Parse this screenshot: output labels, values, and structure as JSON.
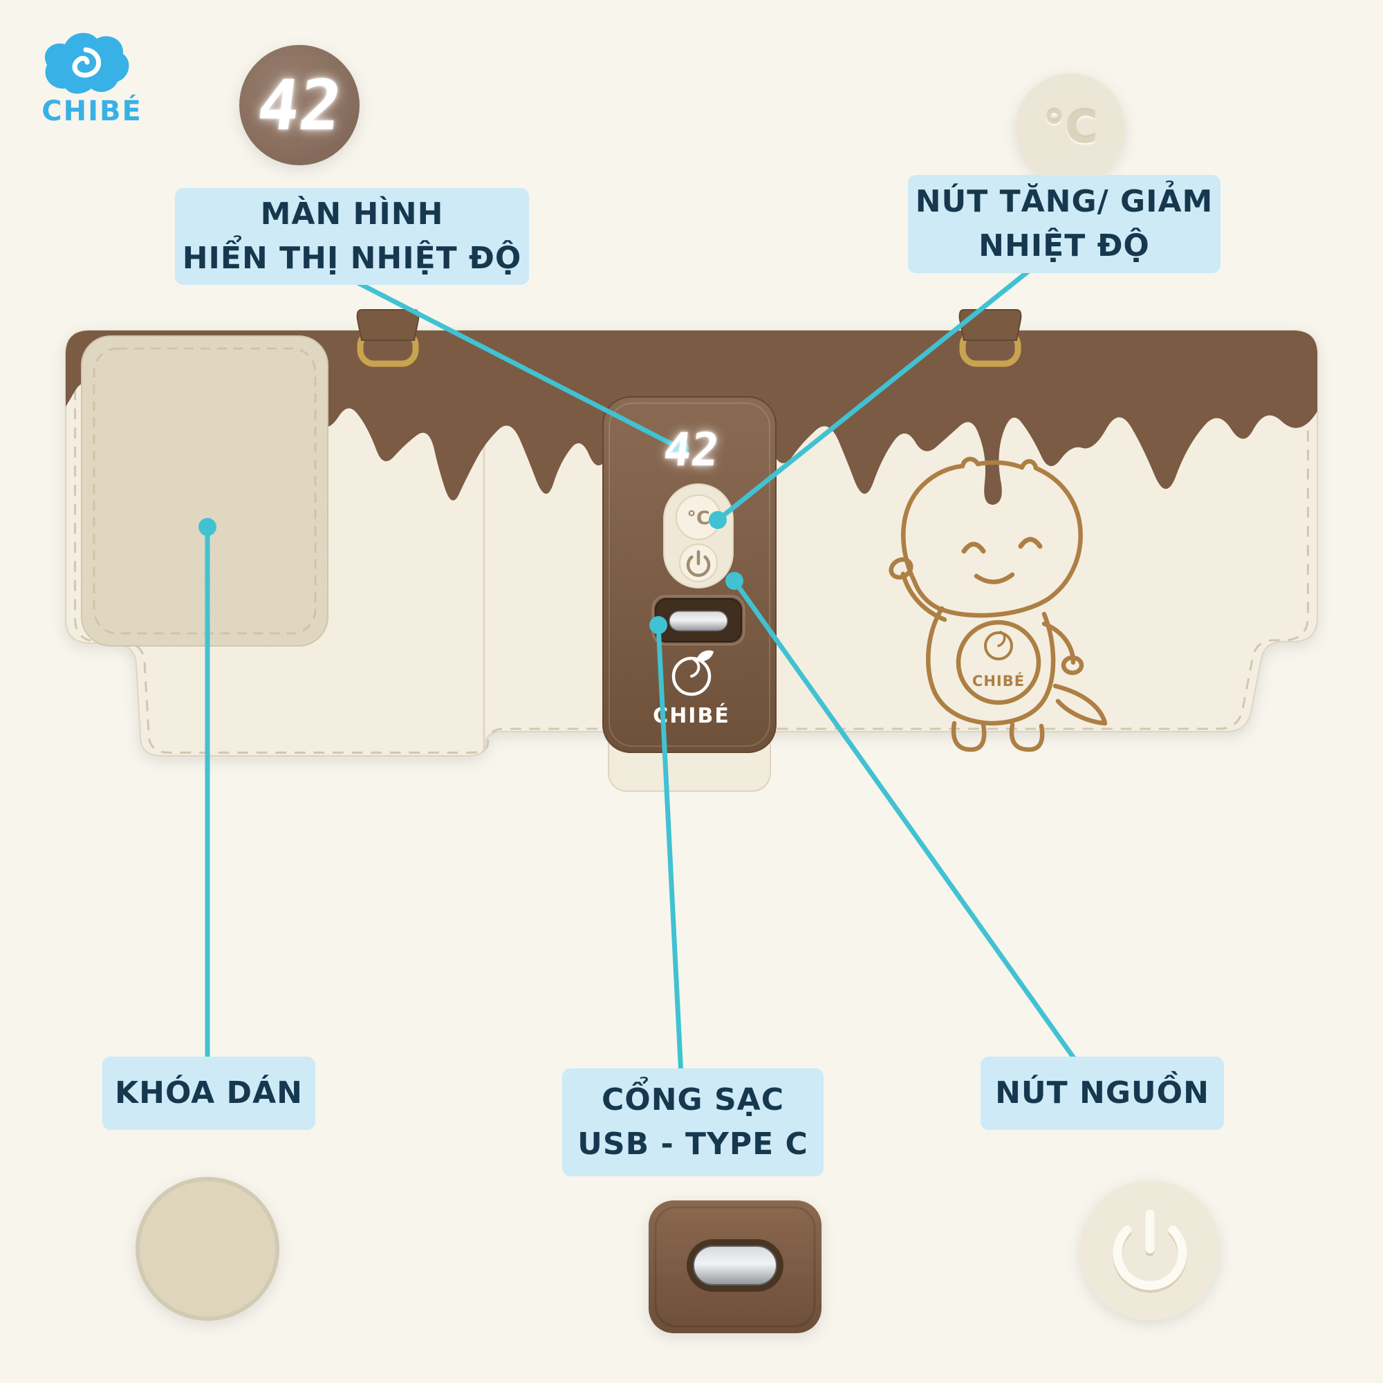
{
  "page": {
    "background": "#f7f5ec"
  },
  "brand": {
    "name": "CHIBÉ",
    "blue": "#38b1e6"
  },
  "colors": {
    "label_bg": "#cdeaf6",
    "label_text": "#16384f",
    "connector": "#41c2d2",
    "chocolate_brown": "#7b5b43",
    "panel_brown": "#7d5f48",
    "cream": "#f4eee0",
    "velcro_beige": "#e8dfc9",
    "gold_ring": "#c9a34f",
    "led_white": "#ffffff",
    "mascot_line": "#ad7f44"
  },
  "device": {
    "panel_temperature": "42",
    "panel_unit_button": "°C",
    "panel_brand": "CHIBÉ",
    "mascot_badge": "CHIBÉ"
  },
  "detail_badges": {
    "temperature_value": "42",
    "temperature_unit": "°C"
  },
  "icons": {
    "power": "power-symbol",
    "temperature_unit": "°C",
    "d_ring": "d-ring",
    "usb_type_c": "usb-c-port"
  },
  "callouts": {
    "screen": {
      "line1": "MÀN HÌNH",
      "line2": "HIỂN THỊ NHIỆT ĐỘ"
    },
    "temp_buttons": {
      "line1": "NÚT TĂNG/ GIẢM",
      "line2": "NHIỆT ĐỘ"
    },
    "velcro": {
      "line1": "KHÓA DÁN"
    },
    "charging_port": {
      "line1": "CỔNG SẠC",
      "line2": "USB - TYPE C"
    },
    "power_button": {
      "line1": "NÚT NGUỒN"
    }
  }
}
